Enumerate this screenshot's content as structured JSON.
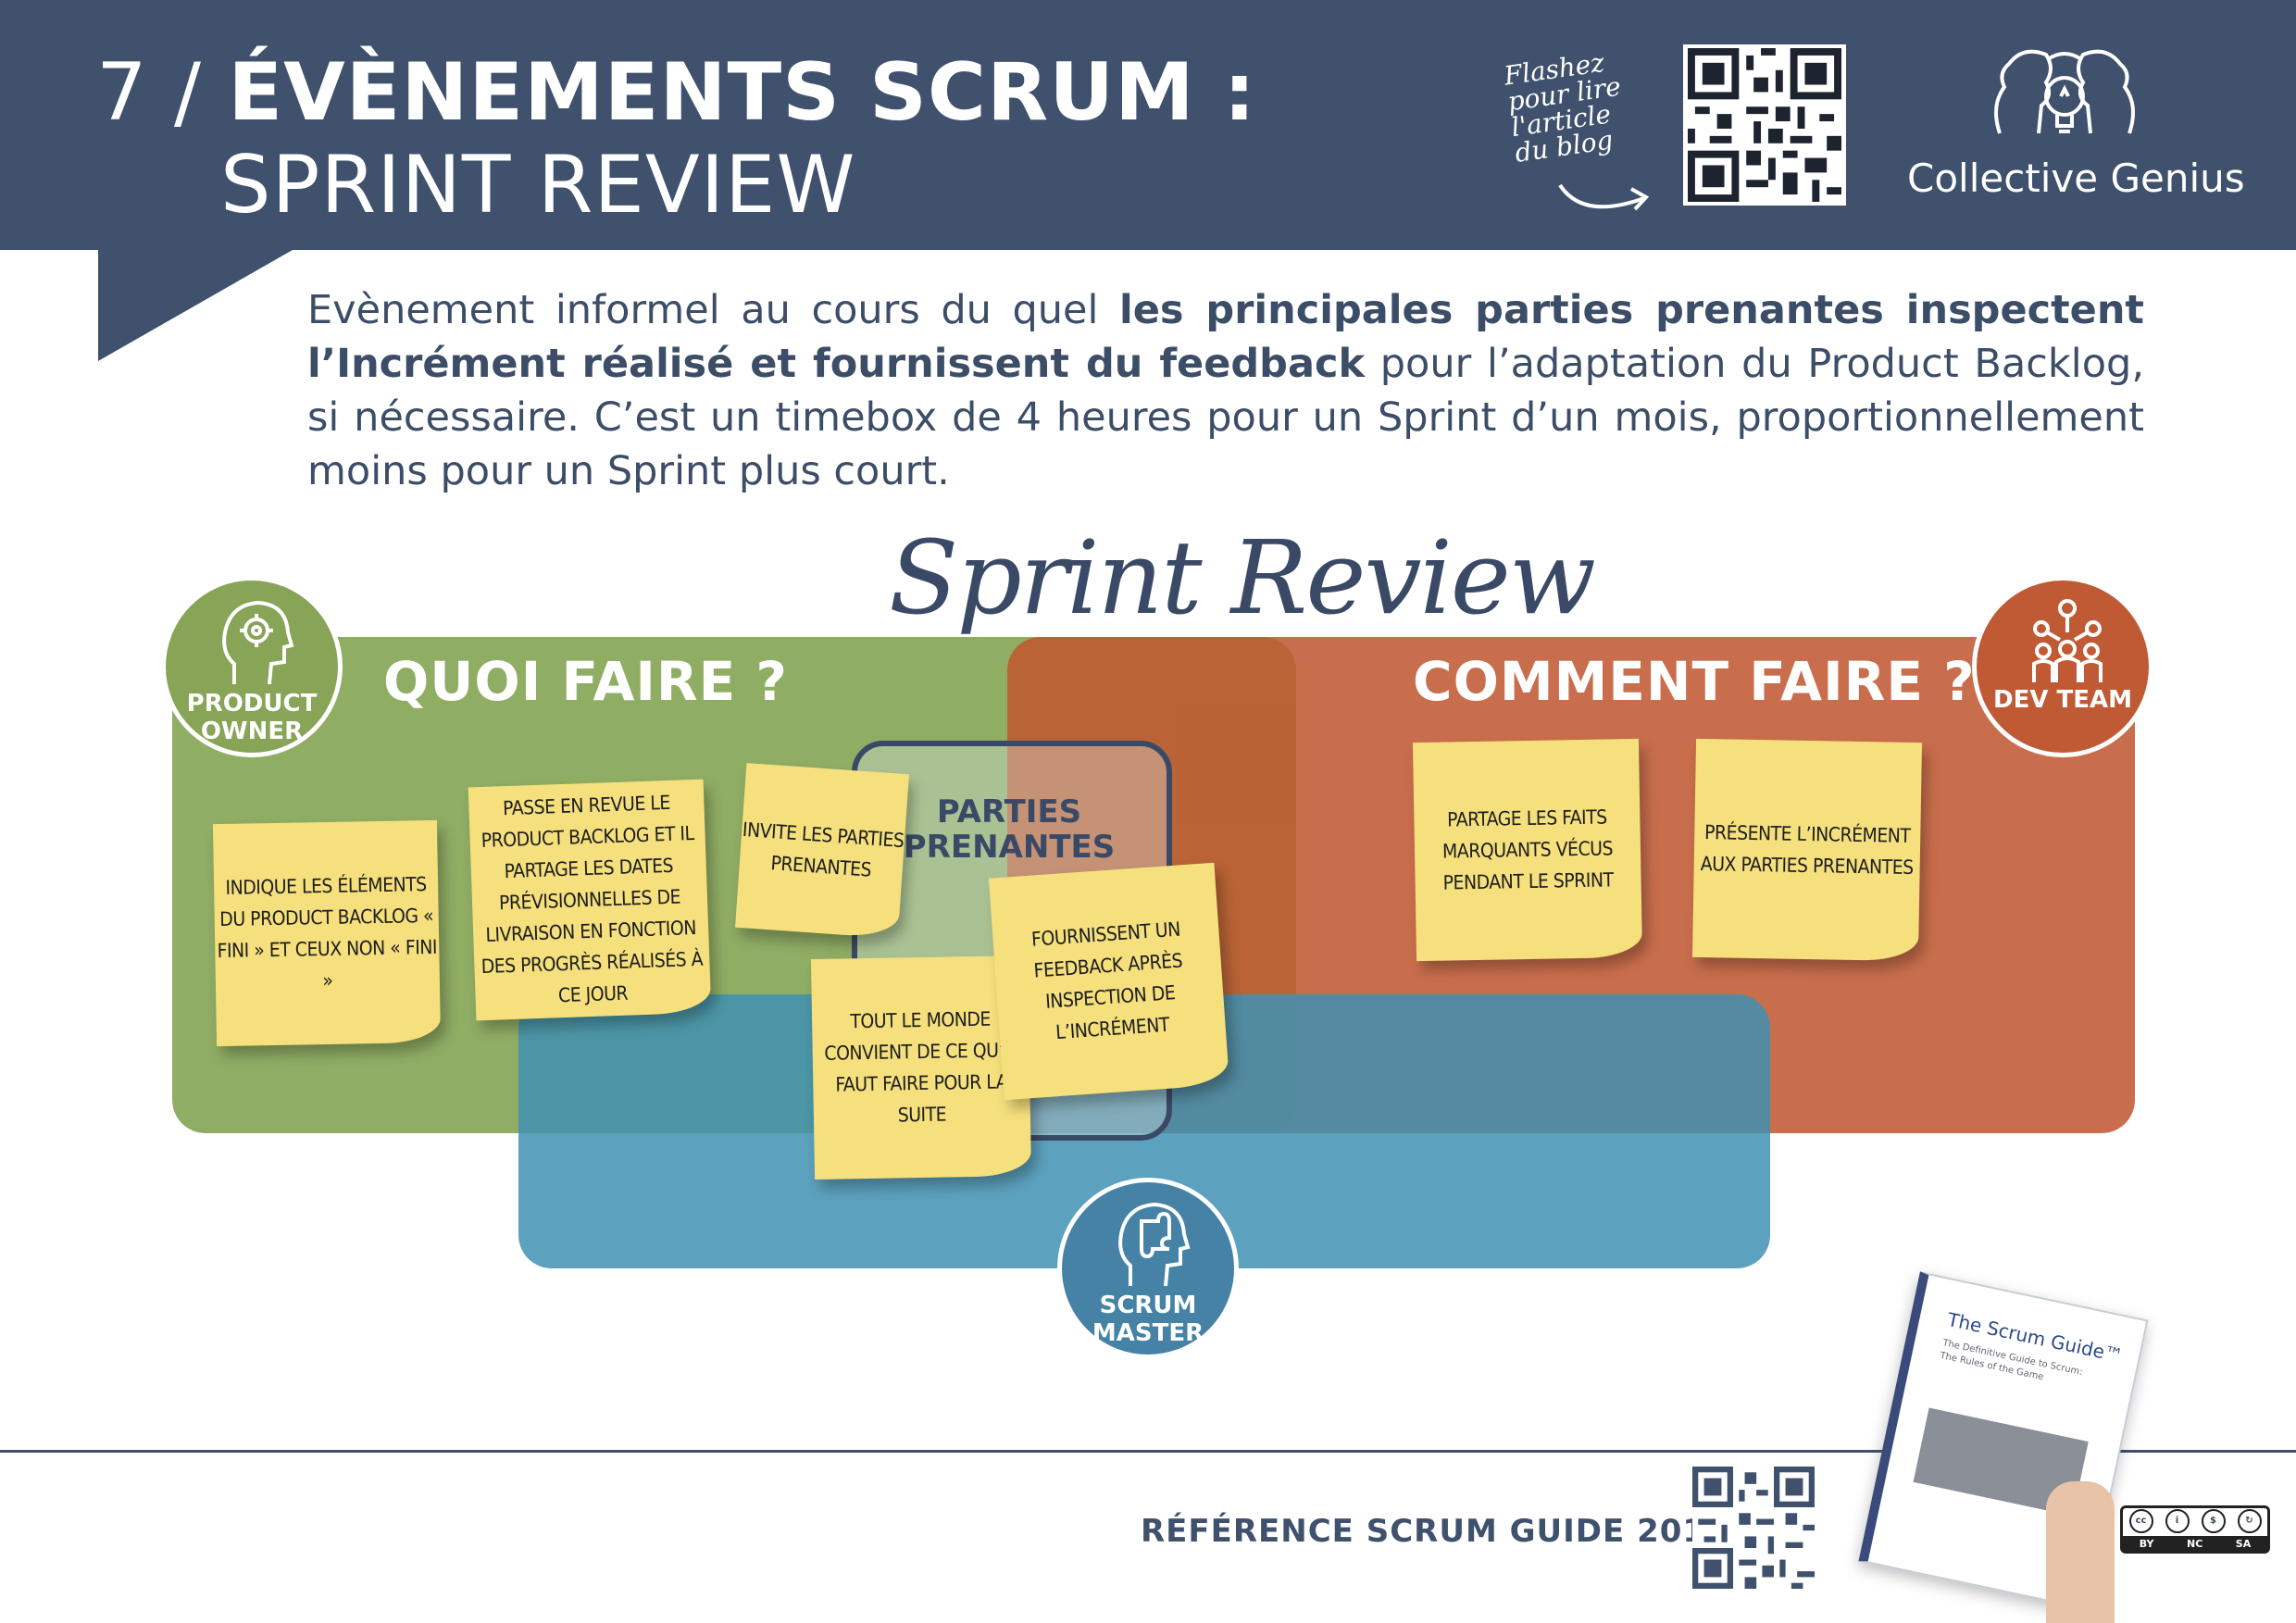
{
  "header": {
    "number": "7 /",
    "title": "ÉVÈNEMENTS SCRUM :",
    "subtitle": "SPRINT REVIEW",
    "qr_caption": [
      "Flashez",
      "pour lire",
      "l'article",
      "du blog"
    ],
    "brand": "Collective Genius"
  },
  "intro": {
    "part1": "Evènement informel au cours du quel ",
    "bold1": "les principales parties prenantes inspectent l’Incrément réalisé et fournissent du feedback",
    "part2": " pour l’adaptation du Product Backlog, si nécessaire. C’est un timebox de 4 heures pour un Sprint d’un mois, proportionnellement moins pour un Sprint plus court."
  },
  "diagram": {
    "script_title": "Sprint Review",
    "quoi_title": "QUOI FAIRE ?",
    "comment_title": "COMMENT FAIRE ?",
    "parties_label": "PARTIES PRENANTES",
    "roles": {
      "po": "PRODUCT OWNER",
      "dev": "DEV TEAM",
      "sm": "SCRUM MASTER"
    },
    "colors": {
      "green": "#81a24f",
      "orange": "#c0562e",
      "blue": "#4091b1",
      "sticky": "#f5e07d",
      "navy": "#3f516c"
    },
    "stickies": {
      "s1": "Indique les éléments du Product Backlog « fini » et ceux non « fini »",
      "s2": "Passe en revue le Product Backlog et il partage les dates prévisionnelles de livraison en fonction des progrès réalisés à ce jour",
      "s3": "Invite les parties prenantes",
      "s4": "Tout le monde convient de ce qu’il faut faire pour la suite",
      "s5": "Fournissent un feedback après inspection de l’incrément",
      "s6": "Partage les faits marquants vécus pendant le sprint",
      "s7": "Présente l’incrément aux parties prenantes"
    }
  },
  "footer": {
    "reference": "RÉFÉRENCE SCRUM GUIDE 2017",
    "book_title": "The Scrum Guide™",
    "book_sub1": "The Definitive Guide to Scrum:",
    "book_sub2": "The Rules of the Game",
    "license_tags": [
      "BY",
      "NC",
      "SA"
    ]
  }
}
